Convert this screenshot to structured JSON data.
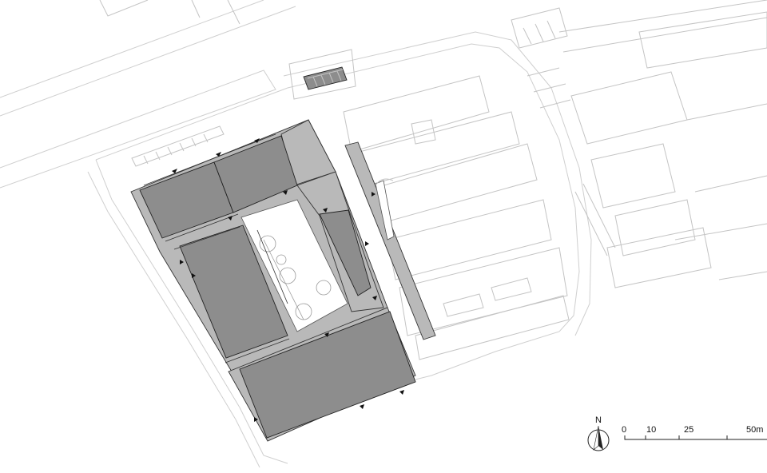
{
  "north": {
    "label": "N",
    "icon": "north-arrow-icon"
  },
  "scale_bar": {
    "ticks": [
      "0",
      "10",
      "25",
      "50m"
    ]
  },
  "colors": {
    "building": "#8d8d8d",
    "site_paving": "#b9b9b9",
    "context_lines": "#c4c4c4"
  }
}
